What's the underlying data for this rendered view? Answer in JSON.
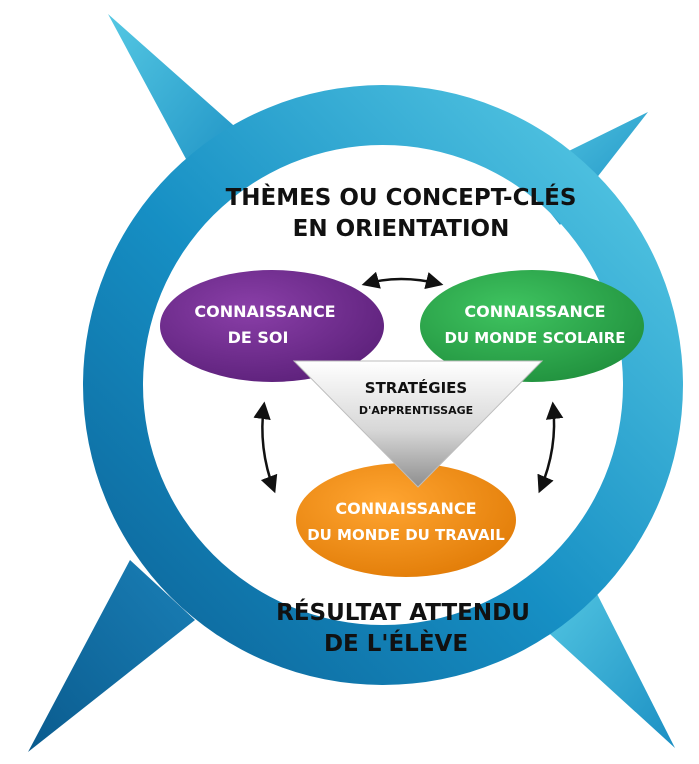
{
  "colors": {
    "ring_dark": "#0b6fa3",
    "ring_light": "#4cc0de",
    "purple": "#6a2a86",
    "green": "#2aa84a",
    "orange": "#f08a12",
    "triangle_gray": "#9a9a9a",
    "text_dark": "#111111",
    "text_light": "#ffffff"
  },
  "title": {
    "line1": "THÈMES OU CONCEPT-CLÉS",
    "line2": "EN ORIENTATION"
  },
  "nodes": {
    "self": {
      "line1": "CONNAISSANCE",
      "line2": "DE SOI"
    },
    "school": {
      "line1": "CONNAISSANCE",
      "line2": "DU MONDE SCOLAIRE"
    },
    "work": {
      "line1": "CONNAISSANCE",
      "line2": "DU MONDE DU TRAVAIL"
    }
  },
  "center": {
    "line1": "STRATÉGIES",
    "line2": "D'APPRENTISSAGE"
  },
  "result": {
    "line1": "RÉSULTAT ATTENDU",
    "line2": "DE L'ÉLÈVE"
  }
}
